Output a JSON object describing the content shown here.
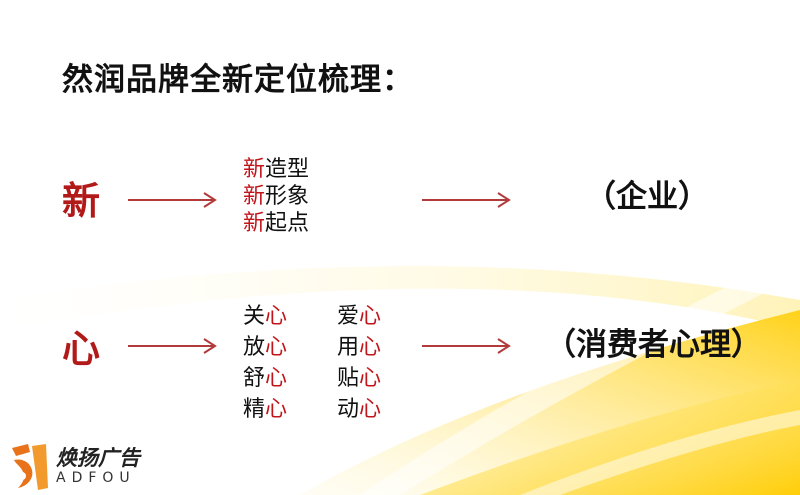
{
  "title": "然润品牌全新定位梳理：",
  "row_new": {
    "label": "新",
    "items": [
      {
        "prefix": "新",
        "text": "造型"
      },
      {
        "prefix": "新",
        "text": "形象"
      },
      {
        "prefix": "新",
        "text": "起点"
      }
    ],
    "result": "（企业）"
  },
  "row_heart": {
    "label": "心",
    "col1": [
      {
        "text": "关",
        "suffix": "心"
      },
      {
        "text": "放",
        "suffix": "心"
      },
      {
        "text": "舒",
        "suffix": "心"
      },
      {
        "text": "精",
        "suffix": "心"
      }
    ],
    "col2": [
      {
        "text": "爱",
        "suffix": "心"
      },
      {
        "text": "用",
        "suffix": "心"
      },
      {
        "text": "贴",
        "suffix": "心"
      },
      {
        "text": "动",
        "suffix": "心"
      }
    ],
    "result": "（消费者心理）"
  },
  "logo": {
    "name": "焕扬广告",
    "sub": "ADFOU"
  },
  "colors": {
    "accent_red": "#c0161b",
    "label_red": "#b21a1a",
    "arrow": "#b23a3a",
    "swoosh_yellow": "#ffd21a"
  }
}
